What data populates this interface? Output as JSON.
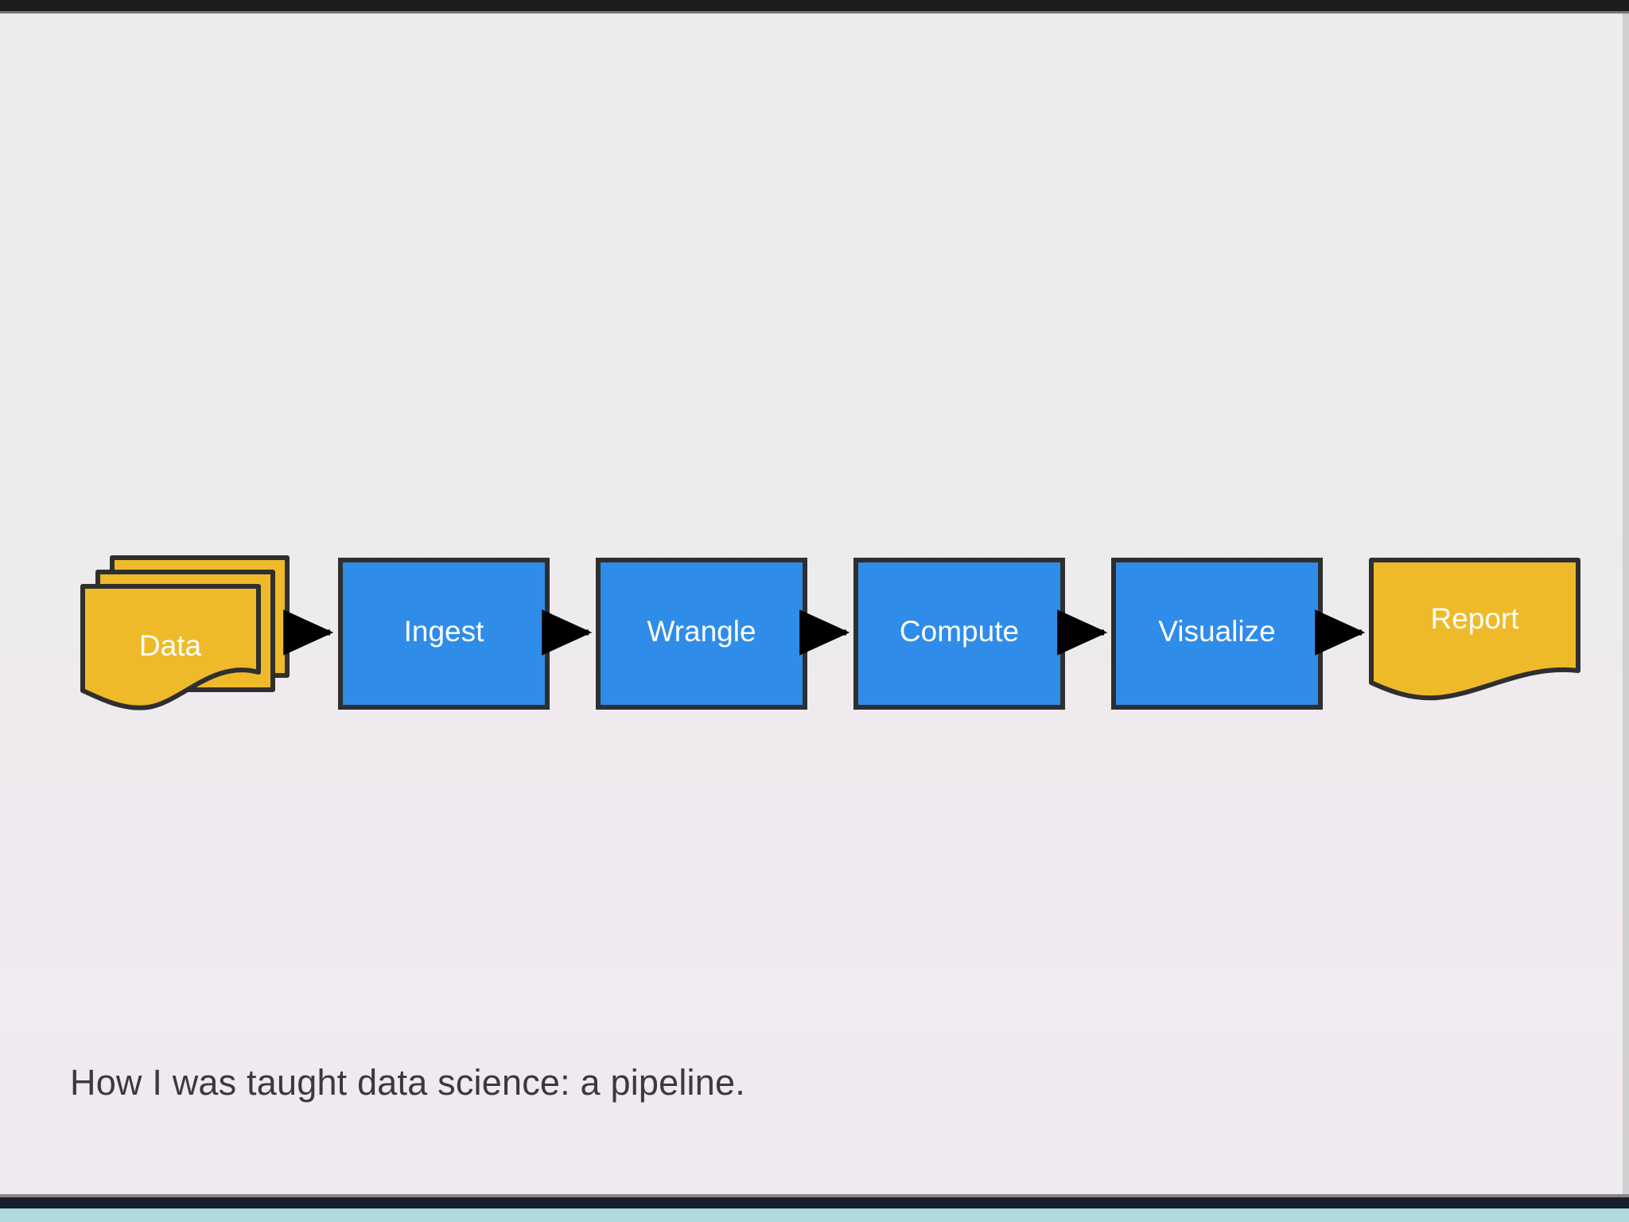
{
  "slide": {
    "caption": "How I was taught data science: a pipeline.",
    "background_top": "#ececec",
    "background_bottom": "#f0eaf1",
    "accent_bar_color": "#b0dade"
  },
  "diagram": {
    "type": "flowchart",
    "orientation": "left-to-right",
    "stroke_color": "#2f2f2f",
    "arrow_color": "#000000",
    "label_color": "#ffffff",
    "nodes": [
      {
        "id": "data",
        "label": "Data",
        "shape": "multi-document",
        "fill": "#efba2a",
        "order": 1
      },
      {
        "id": "ingest",
        "label": "Ingest",
        "shape": "process",
        "fill": "#2f8ce8",
        "order": 2
      },
      {
        "id": "wrangle",
        "label": "Wrangle",
        "shape": "process",
        "fill": "#2f8ce8",
        "order": 3
      },
      {
        "id": "compute",
        "label": "Compute",
        "shape": "process",
        "fill": "#2f8ce8",
        "order": 4
      },
      {
        "id": "visualize",
        "label": "Visualize",
        "shape": "process",
        "fill": "#2f8ce8",
        "order": 5
      },
      {
        "id": "report",
        "label": "Report",
        "shape": "document",
        "fill": "#efba2a",
        "order": 6
      }
    ],
    "edges": [
      {
        "from": "data",
        "to": "ingest",
        "style": "arrow"
      },
      {
        "from": "ingest",
        "to": "wrangle",
        "style": "arrow"
      },
      {
        "from": "wrangle",
        "to": "compute",
        "style": "arrow"
      },
      {
        "from": "compute",
        "to": "visualize",
        "style": "arrow"
      },
      {
        "from": "visualize",
        "to": "report",
        "style": "arrow"
      }
    ]
  }
}
